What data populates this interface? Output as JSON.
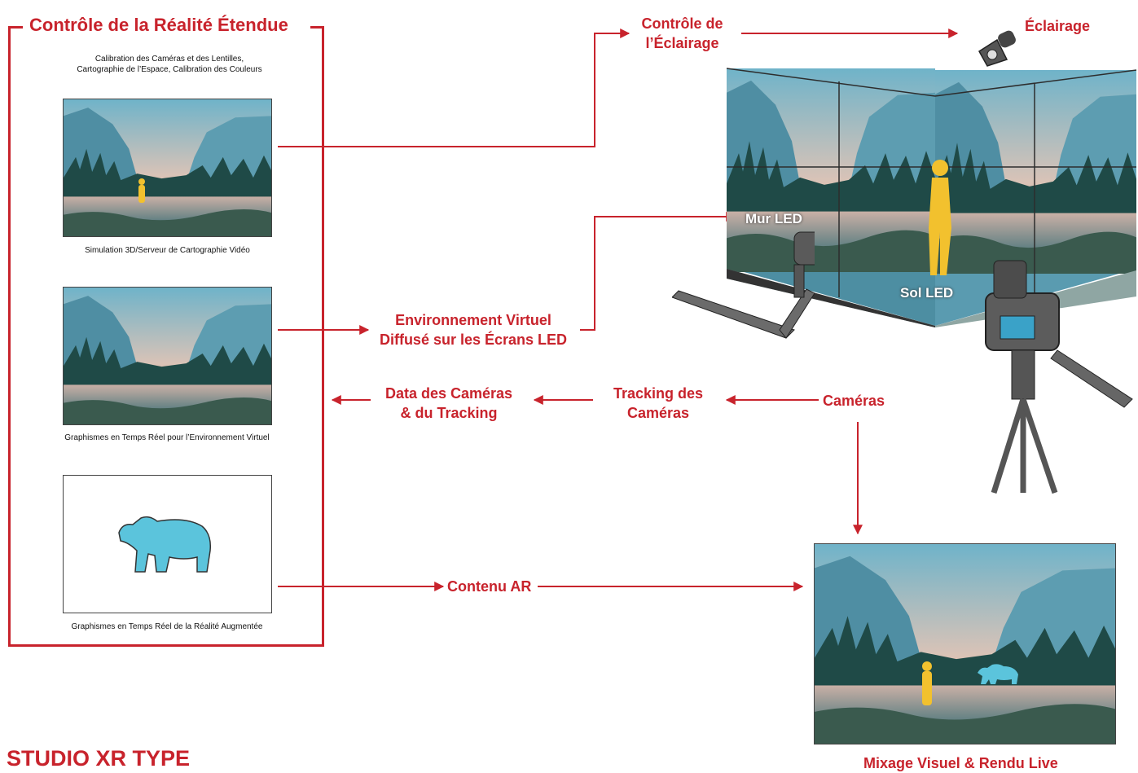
{
  "xr_control": {
    "title": "Contrôle de la Réalité Étendue",
    "calibration_text": [
      "Calibration des Caméras et des Lentilles,",
      "Cartographie de l’Espace, Calibration des Couleurs"
    ],
    "panels": [
      {
        "caption": "Simulation 3D/Serveur de Cartographie Vidéo"
      },
      {
        "caption": "Graphismes en Temps Réel pour l’Environnement Virtuel"
      },
      {
        "caption": "Graphismes en Temps Réel de la Réalité Augmentée"
      }
    ]
  },
  "flow_labels": {
    "lighting_control": [
      "Contrôle de",
      "l’Éclairage"
    ],
    "lighting": "Éclairage",
    "virtual_env": [
      "Environnement Virtuel",
      "Diffusé sur les Écrans LED"
    ],
    "camera_data": [
      "Data des Caméras",
      "& du Tracking"
    ],
    "camera_tracking": [
      "Tracking des",
      "Caméras"
    ],
    "cameras": "Caméras",
    "ar_content": "Contenu AR",
    "mix_render": "Mixage Visuel & Rendu Live"
  },
  "led_labels": {
    "wall": "Mur LED",
    "floor": "Sol LED"
  },
  "page_title": "STUDIO XR TYPE",
  "colors": {
    "accent": "#c8232c",
    "sky_top": "#5aa0b8",
    "sky_glow": "#f1b59a",
    "forest": "#1f4a47",
    "figure": "#f2c12e",
    "bear": "#5bc4dc"
  }
}
